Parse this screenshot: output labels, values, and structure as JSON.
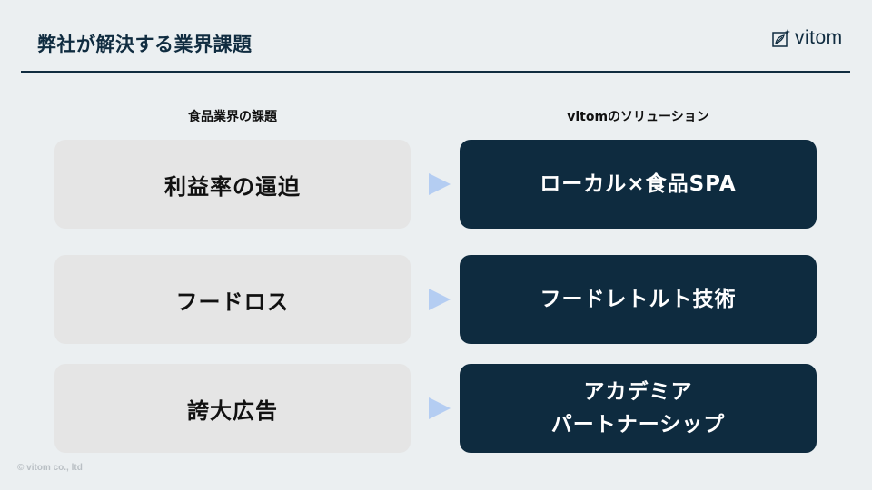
{
  "header": {
    "title": "弊社が解決する業界課題",
    "logo_text": "vitom",
    "logo_icon": "leaf-frame-icon"
  },
  "columns": {
    "left_heading": "食品業界の課題",
    "right_heading": "vitomのソリューション"
  },
  "rows": [
    {
      "problem": "利益率の逼迫",
      "solution": [
        "ローカル×食品SPA"
      ]
    },
    {
      "problem": "フードロス",
      "solution": [
        "フードレトルト技術"
      ]
    },
    {
      "problem": "誇大広告",
      "solution": [
        "アカデミア",
        "パートナーシップ"
      ]
    }
  ],
  "arrow_icon": "triangle-right-icon",
  "footer": {
    "copyright": "© vitom co., ltd"
  },
  "colors": {
    "navy": "#0e2b3f",
    "background": "#ebeff1",
    "problem_box": "#e5e5e5",
    "arrow": "#b4cdf2"
  }
}
